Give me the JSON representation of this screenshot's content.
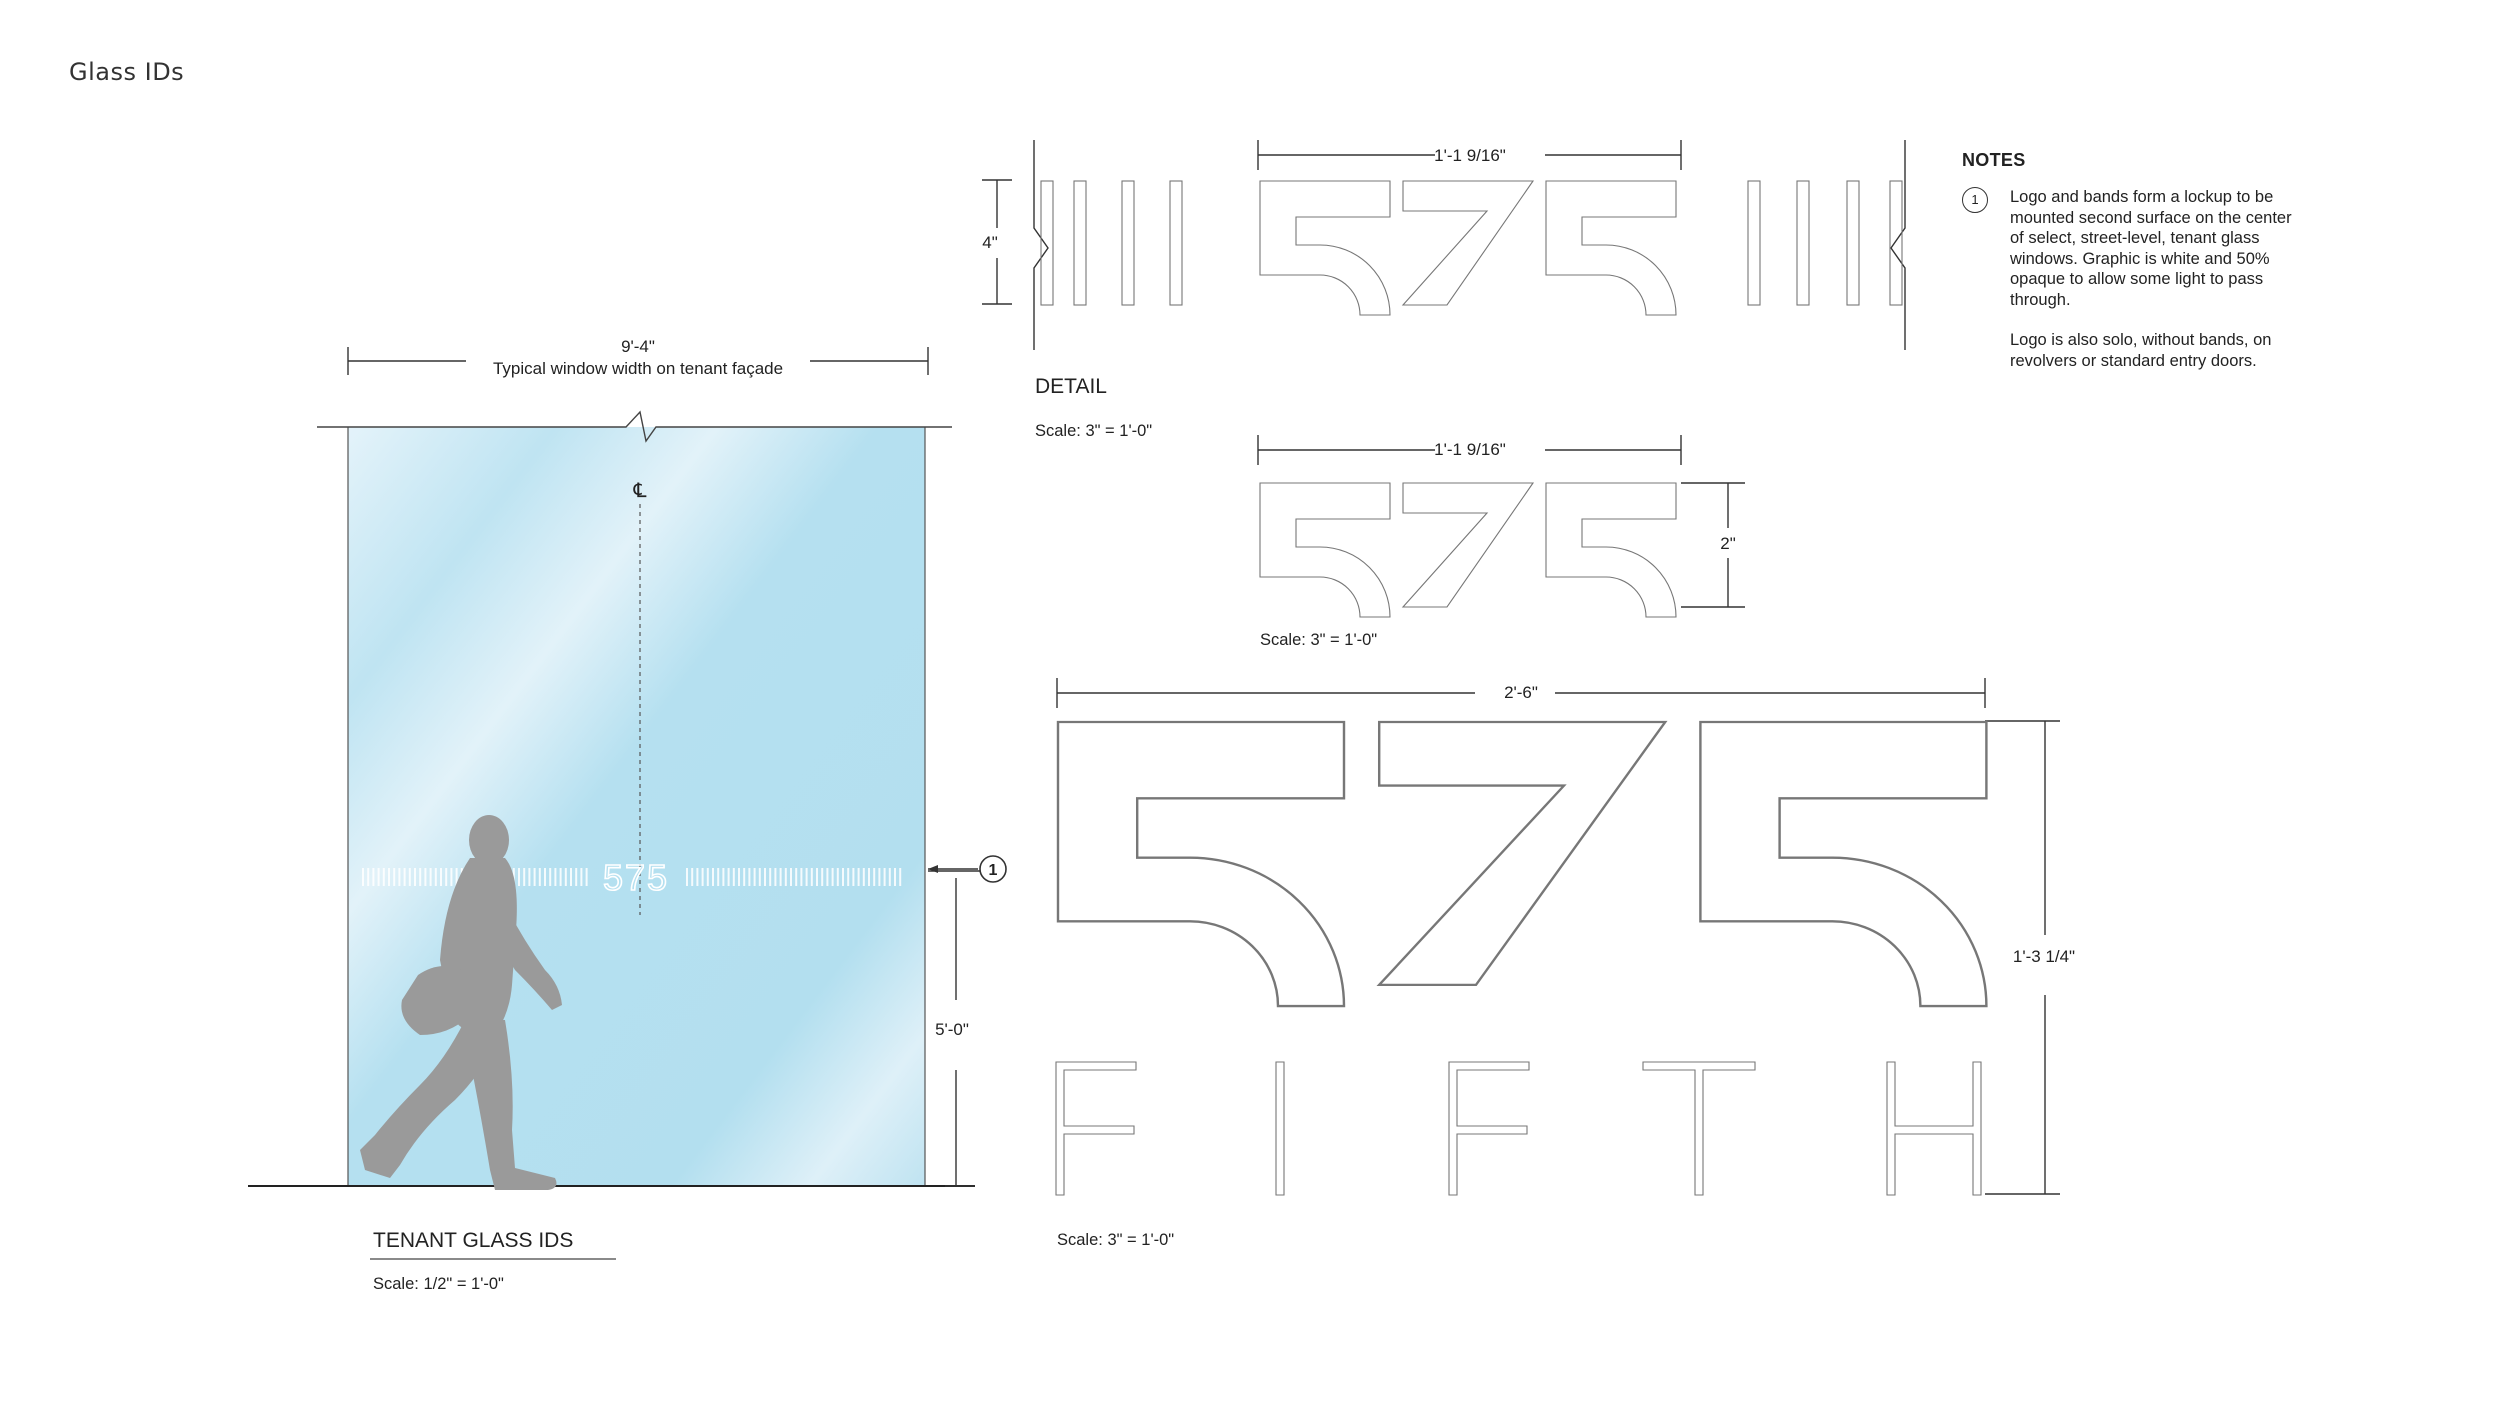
{
  "page": {
    "title": "Glass IDs"
  },
  "elevation": {
    "width_dim": "9'-4\"",
    "width_note": "Typical window width on tenant façade",
    "centerline": "℄",
    "logo_text": "575",
    "height_dim": "5'-0\"",
    "callout": "1",
    "title": "TENANT GLASS IDS",
    "scale": "Scale: 1/2\" = 1'-0\""
  },
  "detail": {
    "title": "DETAIL",
    "scale": "Scale: 3\" = 1'-0\"",
    "width_dim": "1'-1 9/16\"",
    "height_dim": "4\"",
    "logo_text": "575"
  },
  "logo_small": {
    "width_dim": "1'-1 9/16\"",
    "height_dim": "2\"",
    "scale": "Scale: 3\" = 1'-0\"",
    "logo_text": "575"
  },
  "logo_large": {
    "width_dim": "2'-6\"",
    "height_dim": "1'-3 1/4\"",
    "scale": "Scale: 3\" = 1'-0\"",
    "logo_text": "575",
    "letters": [
      "F",
      "I",
      "F",
      "T",
      "H"
    ]
  },
  "notes": {
    "title": "NOTES",
    "items": [
      {
        "number": "1",
        "paragraphs": [
          "Logo and bands form a lockup to be mounted second surface on the center of select, street-level, tenant glass windows. Graphic is white and 50% opaque to allow some light to pass through.",
          "Logo is also solo, without bands, on revolvers or standard entry doors."
        ]
      }
    ]
  },
  "colors": {
    "glass_light": "#e6f4fa",
    "glass": "#b4e0f0",
    "person": "#999999",
    "linework": "#333333"
  }
}
